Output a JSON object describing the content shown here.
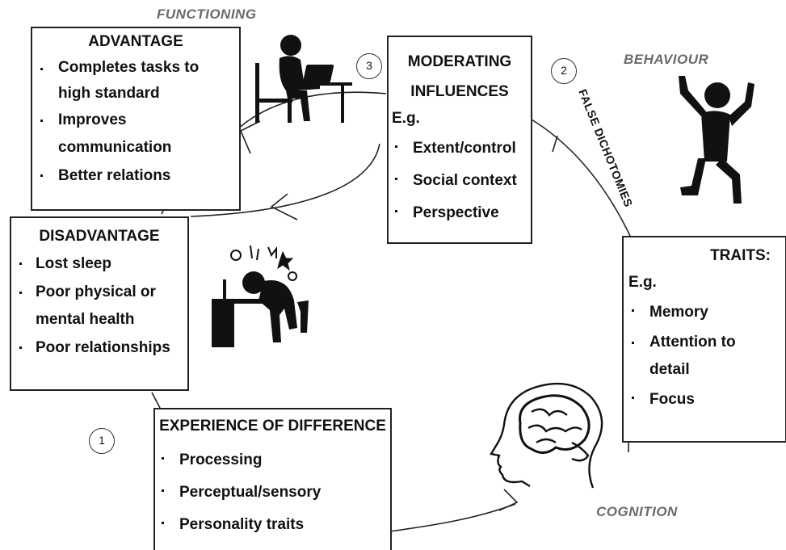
{
  "labels": {
    "functioning": "FUNCTIONING",
    "behaviour": "BEHAVIOUR",
    "cognition": "COGNITION",
    "false_dichotomies": "FALSE DICHOTOMIES"
  },
  "numbers": {
    "one": "1",
    "two": "2",
    "three": "3"
  },
  "advantage": {
    "title": "ADVANTAGE",
    "items": [
      "Completes tasks to high standard",
      "Improves communication",
      "Better relations"
    ]
  },
  "disadvantage": {
    "title": "DISADVANTAGE",
    "items": [
      "Lost sleep",
      "Poor physical or mental health",
      "Poor relationships"
    ]
  },
  "moderating": {
    "title": "MODERATING INFLUENCES",
    "eg": "E.g.",
    "items": [
      "Extent/control",
      "Social context",
      "Perspective"
    ]
  },
  "traits": {
    "title": "TRAITS:",
    "eg": "E.g.",
    "items": [
      "Memory",
      "Attention to detail",
      "Focus"
    ]
  },
  "experience": {
    "title": "EXPERIENCE OF DIFFERENCE",
    "items": [
      "Processing",
      "Perceptual/sensory",
      "Personality traits"
    ]
  },
  "icons": [
    "person-at-laptop-icon",
    "excited-person-icon",
    "stressed-person-at-desk-icon",
    "brain-head-icon"
  ]
}
